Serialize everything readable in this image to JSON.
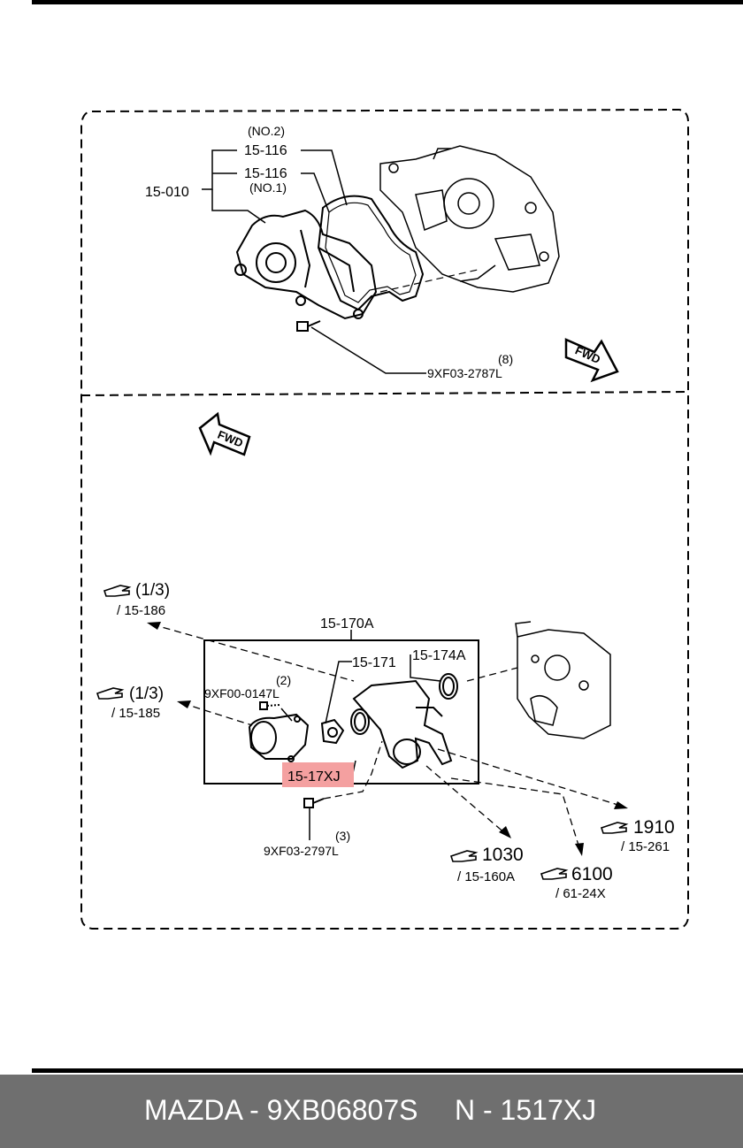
{
  "diagram": {
    "top_section": {
      "water_pump": "15-010",
      "gasket_no2_note": "(NO.2)",
      "gasket_no2": "15-116",
      "gasket_no1": "15-116",
      "gasket_no1_note": "(NO.1)",
      "bolt_qty": "(8)",
      "bolt": "9XF03-2787L",
      "fwd_arrow": "FWD"
    },
    "bottom_section": {
      "fwd_arrow": "FWD",
      "ref_left_upper": {
        "qty": "(1/3)",
        "page": "/ 15-186"
      },
      "ref_left_lower": {
        "qty": "(1/3)",
        "page": "/ 15-185"
      },
      "thermostat_assy": "15-170A",
      "thermostat": "15-171",
      "oring": "15-174A",
      "bolt_small_qty": "(2)",
      "bolt_small": "9XF00-0147L",
      "highlight_part": "15-17XJ",
      "bolt_lower_qty": "(3)",
      "bolt_lower": "9XF03-2797L",
      "ref_1910": {
        "num": "1910",
        "page": "/ 15-261"
      },
      "ref_1030": {
        "num": "1030",
        "page": "/ 15-160A"
      },
      "ref_6100": {
        "num": "6100",
        "page": "/ 61-24X"
      }
    },
    "colors": {
      "highlight": "#f4a0a0",
      "footer_bg": "#6f6f6f"
    }
  },
  "footer": {
    "brand_part": "MAZDA - 9XB06807S",
    "number": "N - 1517XJ"
  }
}
